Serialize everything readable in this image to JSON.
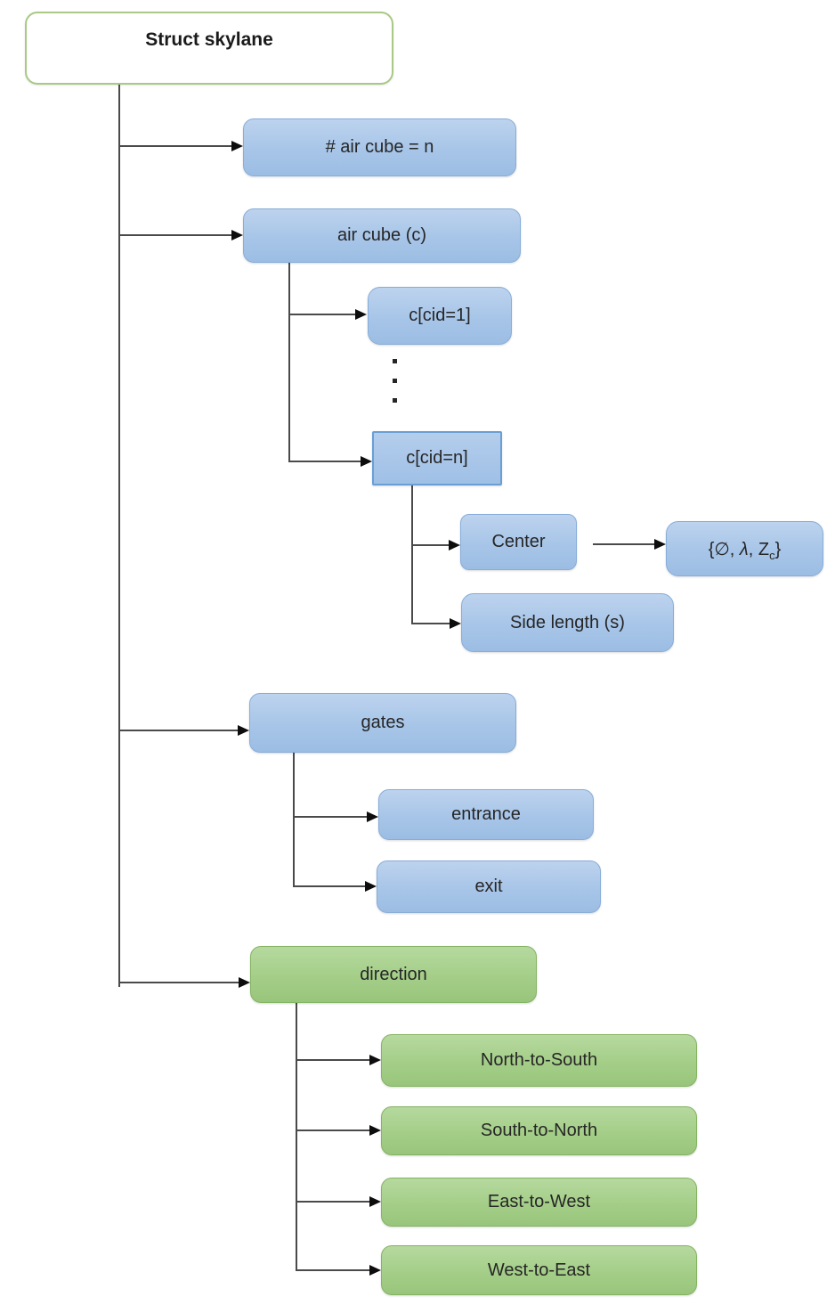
{
  "diagram": {
    "title": "Struct skylane tree diagram",
    "colors": {
      "blue_fill": "#a7c5e8",
      "blue_border": "#87add9",
      "green_fill": "#a4ce88",
      "green_border": "#84b361",
      "root_border": "#a9c985",
      "line": "#4a4a4a",
      "text": "#262626"
    },
    "icons": {
      "vertical_ellipsis": "⋮"
    },
    "nodes": {
      "root": {
        "label": "Struct skylane"
      },
      "air_cube_count": {
        "label": "# air cube = n"
      },
      "air_cube": {
        "label": "air cube (c)"
      },
      "cid_first": {
        "label": "c[cid=1]"
      },
      "cid_n": {
        "label": "c[cid=n]"
      },
      "center": {
        "label": "Center"
      },
      "center_value": {
        "p1": "{∅, ",
        "lambda": "λ",
        "p2": ", Z",
        "sub": "c",
        "p3": "}"
      },
      "side_length": {
        "label": "Side length (s)"
      },
      "gates": {
        "label": "gates"
      },
      "entrance": {
        "label": "entrance"
      },
      "exit": {
        "label": "exit"
      },
      "direction": {
        "label": "direction"
      },
      "directions": [
        {
          "label": "North-to-South"
        },
        {
          "label": "South-to-North"
        },
        {
          "label": "East-to-West"
        },
        {
          "label": "West-to-East"
        }
      ]
    }
  }
}
